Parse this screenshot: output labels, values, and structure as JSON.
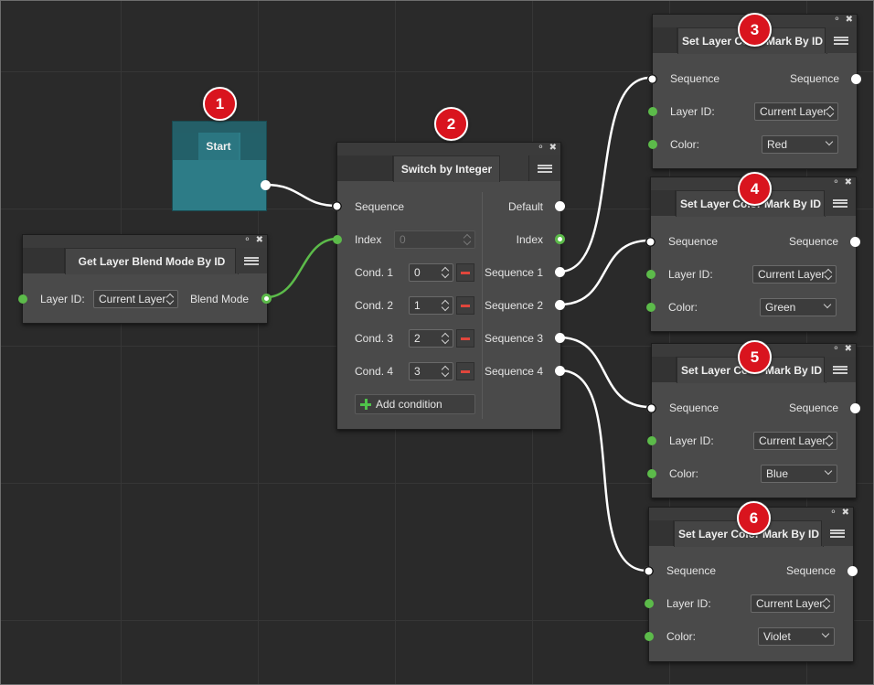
{
  "start": {
    "title": "Start"
  },
  "get_blend": {
    "title": "Get Layer Blend Mode By ID",
    "layer_id_label": "Layer ID:",
    "layer_id_value": "Current Layer",
    "output_label": "Blend Mode"
  },
  "switch": {
    "title": "Switch by Integer",
    "sequence_label": "Sequence",
    "index_label": "Index",
    "index_value": "0",
    "default_label": "Default",
    "index_out_label": "Index",
    "conditions": [
      {
        "label": "Cond. 1",
        "value": "0",
        "out": "Sequence 1"
      },
      {
        "label": "Cond. 2",
        "value": "1",
        "out": "Sequence 2"
      },
      {
        "label": "Cond. 3",
        "value": "2",
        "out": "Sequence 3"
      },
      {
        "label": "Cond. 4",
        "value": "3",
        "out": "Sequence 4"
      }
    ],
    "add_condition": "Add condition"
  },
  "set_nodes": [
    {
      "title": "Set Layer Color Mark By ID",
      "seq_in": "Sequence",
      "seq_out": "Sequence",
      "layer_id_label": "Layer ID:",
      "layer_id_value": "Current Layer",
      "color_label": "Color:",
      "color_value": "Red"
    },
    {
      "title": "Set Layer Color Mark By ID",
      "seq_in": "Sequence",
      "seq_out": "Sequence",
      "layer_id_label": "Layer ID:",
      "layer_id_value": "Current Layer",
      "color_label": "Color:",
      "color_value": "Green"
    },
    {
      "title": "Set Layer Color Mark By ID",
      "seq_in": "Sequence",
      "seq_out": "Sequence",
      "layer_id_label": "Layer ID:",
      "layer_id_value": "Current Layer",
      "color_label": "Color:",
      "color_value": "Blue"
    },
    {
      "title": "Set Layer Color Mark By ID",
      "seq_in": "Sequence",
      "seq_out": "Sequence",
      "layer_id_label": "Layer ID:",
      "layer_id_value": "Current Layer",
      "color_label": "Color:",
      "color_value": "Violet"
    }
  ],
  "badges": [
    "1",
    "2",
    "3",
    "4",
    "5",
    "6"
  ],
  "icons": {
    "pin": "pin-icon",
    "close": "close-icon",
    "menu": "hamburger-menu-icon",
    "add": "plus-icon",
    "remove": "minus-icon"
  },
  "colors": {
    "canvas": "#2a2a2a",
    "node": "#4a4a4a",
    "start": "#2d7c87",
    "port_data": "#5cbb4a",
    "badge": "#d9141e",
    "remove": "#e0463c"
  }
}
